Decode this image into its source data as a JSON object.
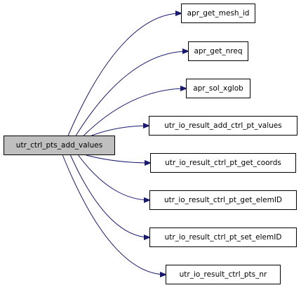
{
  "graph": {
    "root": {
      "label": "utr_ctrl_pts_add_values"
    },
    "callees": [
      {
        "label": "apr_get_mesh_id"
      },
      {
        "label": "apr_get_nreq"
      },
      {
        "label": "apr_sol_xglob"
      },
      {
        "label": "utr_io_result_add_ctrl_pt_values"
      },
      {
        "label": "utr_io_result_ctrl_pt_get_coords"
      },
      {
        "label": "utr_io_result_ctrl_pt_get_elemID"
      },
      {
        "label": "utr_io_result_ctrl_pt_set_elemID"
      },
      {
        "label": "utr_io_result_ctrl_pts_nr"
      }
    ],
    "colors": {
      "edge": "#191970",
      "root_fill": "#bfbfbf",
      "node_fill": "#ffffff",
      "border": "#000000"
    }
  }
}
